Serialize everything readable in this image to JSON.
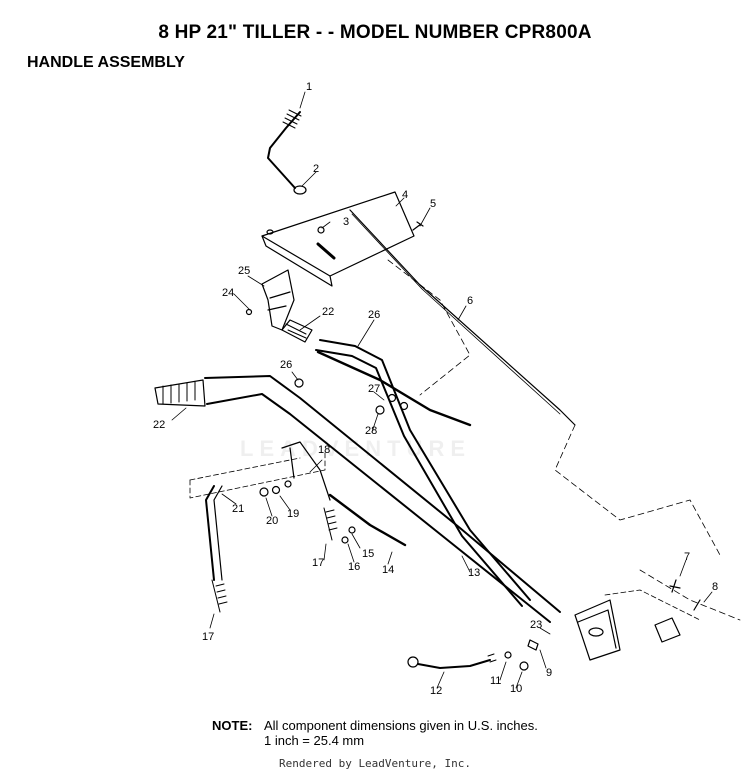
{
  "header": {
    "title": "8 HP 21\" TILLER - - MODEL NUMBER CPR800A",
    "subtitle": "HANDLE ASSEMBLY"
  },
  "callouts": [
    "1",
    "2",
    "3",
    "4",
    "5",
    "6",
    "25",
    "24",
    "22",
    "26",
    "26",
    "27",
    "28",
    "22",
    "18",
    "21",
    "20",
    "19",
    "15",
    "16",
    "14",
    "17",
    "13",
    "17",
    "7",
    "8",
    "23",
    "9",
    "10",
    "11",
    "12"
  ],
  "note": {
    "label": "NOTE:",
    "line1": "All component dimensions given in U.S. inches.",
    "line2": "1 inch = 25.4 mm"
  },
  "footer": "Rendered by LeadVenture, Inc.",
  "watermark": "LEADVENTURE"
}
